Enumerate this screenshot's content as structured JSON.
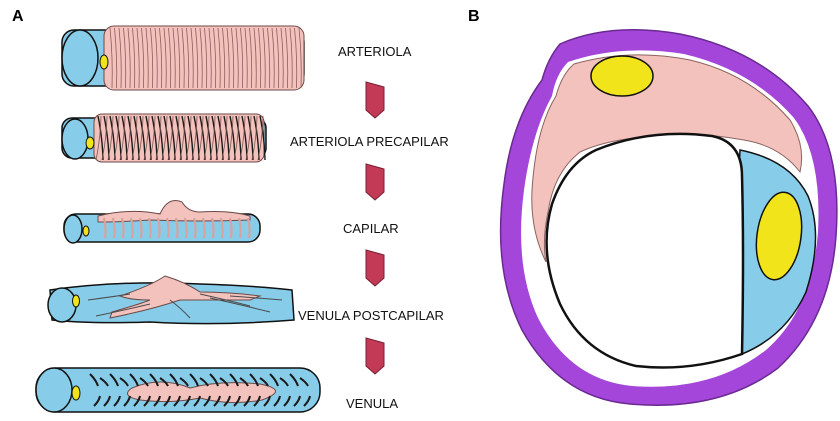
{
  "panels": {
    "a": "A",
    "b": "B"
  },
  "vessel_sequence": [
    "ARTERIOLA",
    "ARTERIOLA PRECAPILAR",
    "CAPILAR",
    "VENULA POSTCAPILAR",
    "VENULA"
  ],
  "colors": {
    "endothelium": "#87cdea",
    "smooth_muscle_pericyte": "#f4c2bd",
    "nucleus": "#f2e41a",
    "basement_layer": "#a346d9",
    "arrow": "#c23a55",
    "outline": "#111111"
  }
}
